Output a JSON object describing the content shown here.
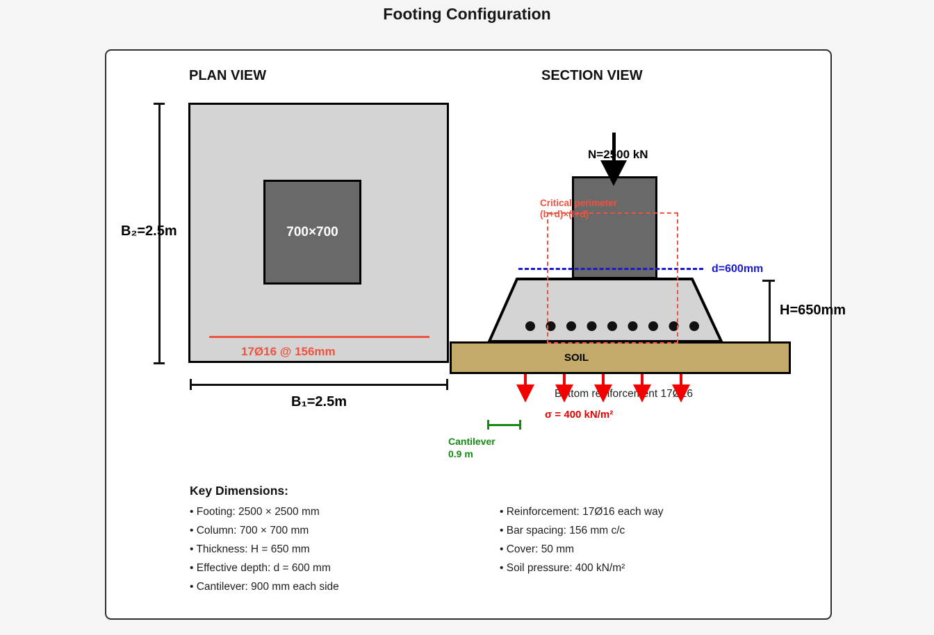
{
  "page": {
    "title": "Footing Configuration"
  },
  "plan": {
    "title": "PLAN VIEW",
    "column_label": "700×700",
    "rebar_label": "17Ø16 @ 156mm",
    "dim_b2_label": "B₂=2.5m",
    "dim_b1_label": "B₁=2.5m"
  },
  "section": {
    "title": "SECTION VIEW",
    "load_label": "N=2500 kN",
    "critical_perimeter_line1": "Critical perimeter",
    "critical_perimeter_line2": "(b+d)×(l+d)",
    "effective_depth_label": "d=600mm",
    "thickness_label": "H=650mm",
    "soil_label": "SOIL",
    "bottom_reinforcement_label": "Bottom reinforcement 17Ø16",
    "pressure_label": "σ = 400 kN/m²",
    "cantilever_line1": "Cantilever",
    "cantilever_line2": "0.9 m"
  },
  "key_dimensions": {
    "heading": "Key Dimensions:",
    "left": [
      "• Footing: 2500 × 2500 mm",
      "• Column: 700 × 700 mm",
      "• Thickness: H = 650 mm",
      "• Effective depth: d = 600 mm",
      "• Cantilever: 900 mm each side"
    ],
    "right": [
      "• Reinforcement: 17Ø16 each way",
      "• Bar spacing: 156 mm c/c",
      "• Cover: 50 mm",
      "• Soil pressure: 400 kN/m²"
    ]
  },
  "colors": {
    "background": "#f5f5f5",
    "concrete_fill": "#d4d4d4",
    "column_fill": "#696969",
    "soil_fill": "#c3aa6b",
    "rebar_accent": "#ee5340",
    "pressure_red": "#f40000",
    "depth_blue": "#1a1acd",
    "cantilever_green": "#128a12"
  }
}
